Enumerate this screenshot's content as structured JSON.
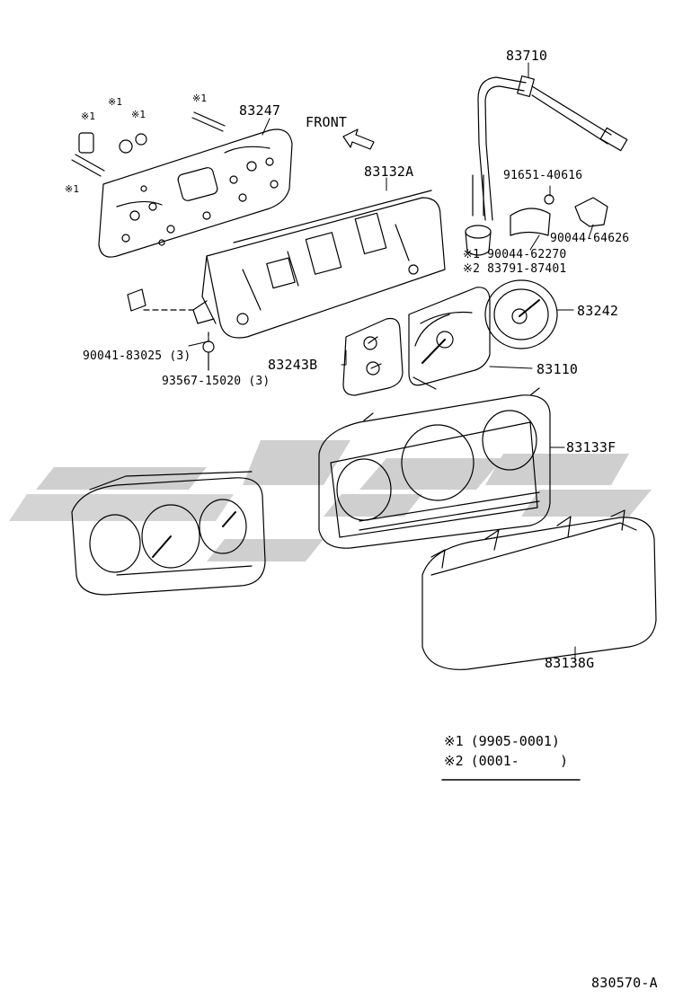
{
  "diagram": {
    "front_label": "FRONT",
    "parts": [
      {
        "id": "83710",
        "label": "83710"
      },
      {
        "id": "83247",
        "label": "83247"
      },
      {
        "id": "83132A",
        "label": "83132A"
      },
      {
        "id": "91651-40616",
        "label": "91651-40616"
      },
      {
        "id": "90044-64626",
        "label": "90044-64626"
      },
      {
        "id": "90044-62270",
        "label": "※1 90044-62270"
      },
      {
        "id": "83791-87401",
        "label": "※2 83791-87401"
      },
      {
        "id": "83242",
        "label": "83242"
      },
      {
        "id": "90041-83025",
        "label": "90041-83025 (3)"
      },
      {
        "id": "93567-15020",
        "label": "93567-15020 (3)"
      },
      {
        "id": "83243B",
        "label": "83243B"
      },
      {
        "id": "83110",
        "label": "83110"
      },
      {
        "id": "83133F",
        "label": "83133F"
      },
      {
        "id": "83138G",
        "label": "83138G"
      }
    ],
    "marks": [
      "※1",
      "※1",
      "※1",
      "※1",
      "※1"
    ],
    "legend": [
      {
        "mark": "※1",
        "text": "(9905-0001)"
      },
      {
        "mark": "※2",
        "text": "(0001-     )"
      }
    ],
    "figure_code": "830570-A"
  },
  "colors": {
    "line": "#000000",
    "watermark": "#c9c9c9",
    "background": "#ffffff"
  }
}
